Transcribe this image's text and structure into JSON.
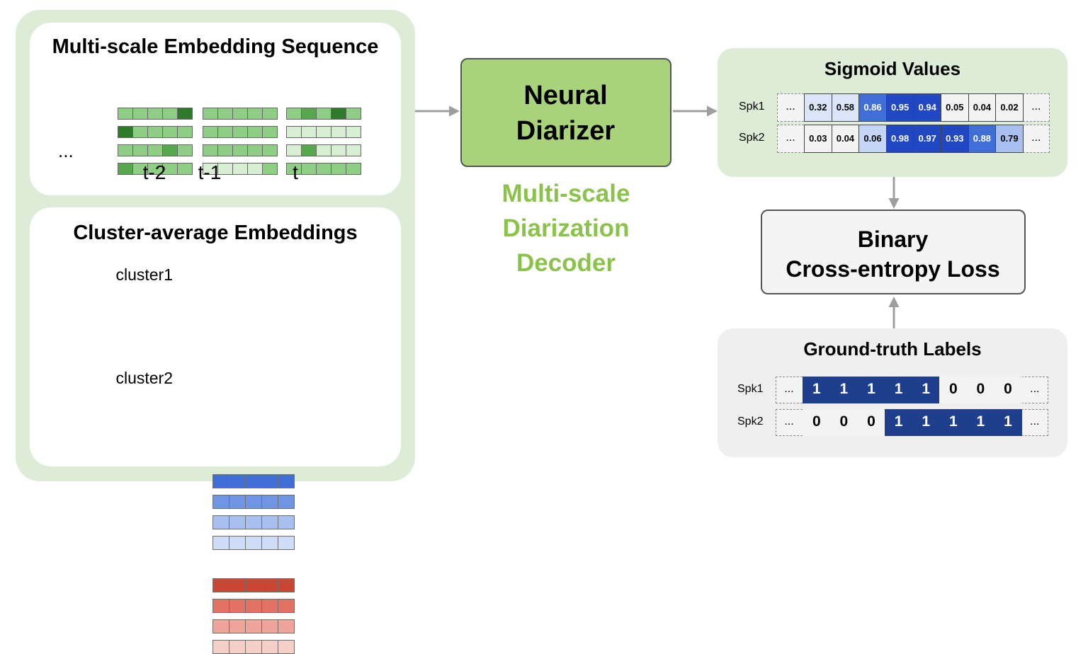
{
  "colors": {
    "green_panel": "#dcecd6",
    "decoder_fill": "#a8d37a",
    "decoder_text": "#8bc34a",
    "arrow": "#9e9e9e",
    "blue_dark": "#1f3f8c",
    "blue_mid": "#3b64d6",
    "red": "#d24a3a"
  },
  "embedding_sequence": {
    "title": "Multi-scale Embedding Sequence",
    "ellipsis": "...",
    "time_labels": [
      "t-2",
      "t-1",
      "t"
    ]
  },
  "cluster_embeddings": {
    "title": "Cluster-average Embeddings",
    "clusters": [
      {
        "label": "cluster1",
        "color": "blue"
      },
      {
        "label": "cluster2",
        "color": "red"
      }
    ]
  },
  "decoder": {
    "box_line1": "Neural",
    "box_line2": "Diarizer",
    "caption_line1": "Multi-scale",
    "caption_line2": "Diarization",
    "caption_line3": "Decoder"
  },
  "sigmoid": {
    "title": "Sigmoid Values",
    "ellipsis": "...",
    "rows": [
      {
        "speaker": "Spk1",
        "values": [
          "0.32",
          "0.58",
          "0.86",
          "0.95",
          "0.94",
          "0.05",
          "0.04",
          "0.02"
        ]
      },
      {
        "speaker": "Spk2",
        "values": [
          "0.03",
          "0.04",
          "0.06",
          "0.98",
          "0.97",
          "0.93",
          "0.88",
          "0.79"
        ]
      }
    ]
  },
  "loss": {
    "line1": "Binary",
    "line2": "Cross-entropy Loss"
  },
  "ground_truth": {
    "title": "Ground-truth Labels",
    "ellipsis": "...",
    "rows": [
      {
        "speaker": "Spk1",
        "values": [
          "1",
          "1",
          "1",
          "1",
          "1",
          "0",
          "0",
          "0"
        ]
      },
      {
        "speaker": "Spk2",
        "values": [
          "0",
          "0",
          "0",
          "1",
          "1",
          "1",
          "1",
          "1"
        ]
      }
    ]
  }
}
